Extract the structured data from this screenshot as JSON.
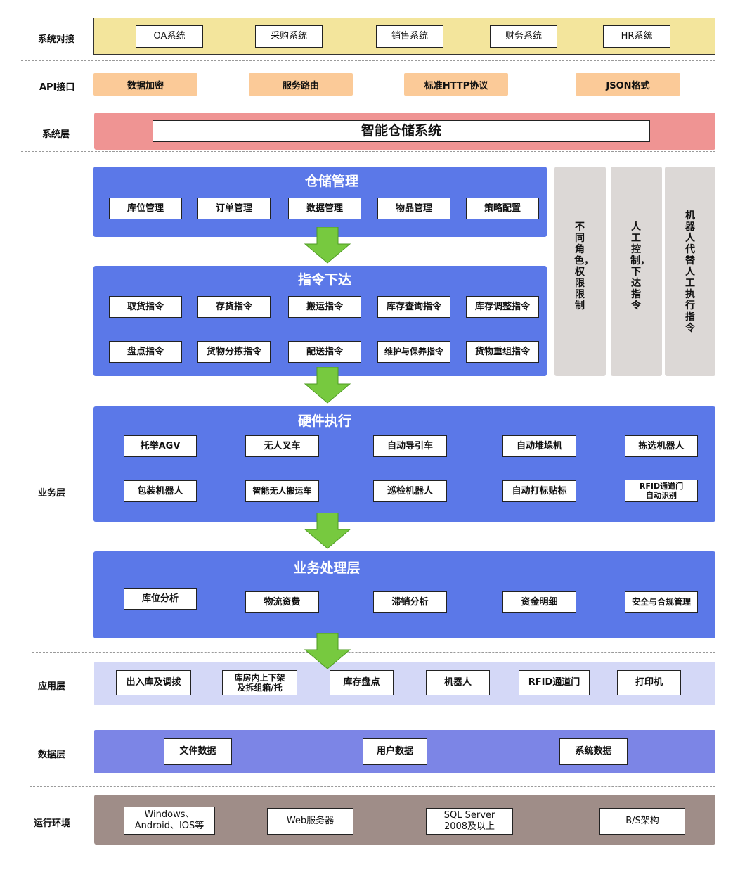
{
  "layers": {
    "integration": {
      "label": "系统对接",
      "items": [
        "OA系统",
        "采购系统",
        "销售系统",
        "财务系统",
        "HR系统"
      ]
    },
    "api": {
      "label": "API接口",
      "items": [
        "数据加密",
        "服务路由",
        "标准HTTP协议",
        "JSON格式"
      ]
    },
    "system": {
      "label": "系统层",
      "title": "智能仓储系统"
    },
    "business": {
      "label": "业务层",
      "warehouse": {
        "title": "仓储管理",
        "items": [
          "库位管理",
          "订单管理",
          "数据管理",
          "物品管理",
          "策略配置"
        ]
      },
      "commands": {
        "title": "指令下达",
        "row1": [
          "取货指令",
          "存货指令",
          "搬运指令",
          "库存查询指令",
          "库存调整指令"
        ],
        "row2": [
          "盘点指令",
          "货物分拣指令",
          "配送指令",
          "维护与保养指令",
          "货物重组指令"
        ]
      },
      "hardware": {
        "title": "硬件执行",
        "row1": [
          "托举AGV",
          "无人叉车",
          "自动导引车",
          "自动堆垛机",
          "拣选机器人"
        ],
        "row2": [
          "包装机器人",
          "智能无人搬运车",
          "巡检机器人",
          "自动打标贴标",
          "RFID通道门\n自动识别"
        ]
      },
      "processing": {
        "title": "业务处理层",
        "items": [
          "库位分析",
          "物流资费",
          "滞销分析",
          "资金明细",
          "安全与合规管理"
        ]
      },
      "side": [
        "不同角色，权限限制",
        "人工控制，下达指令",
        "机器人代替人工执行指令"
      ]
    },
    "application": {
      "label": "应用层",
      "items": [
        "出入库及调拨",
        "库房内上下架\n及拆组箱/托",
        "库存盘点",
        "机器人",
        "RFID通道门",
        "打印机"
      ]
    },
    "data": {
      "label": "数据层",
      "items": [
        "文件数据",
        "用户数据",
        "系统数据"
      ]
    },
    "runtime": {
      "label": "运行环境",
      "items": [
        "Windows、\nAndroid、IOS等",
        "Web服务器",
        "SQL Server\n2008及以上",
        "B/S架构"
      ]
    }
  },
  "colors": {
    "integration_bg": "#f3e59c",
    "api_item": "#fbca98",
    "system_bg": "#ef9493",
    "business_blue": "#5b78e8",
    "side_gray": "#dcd8d6",
    "application_bg": "#d4d8f7",
    "data_bg": "#7c85e6",
    "runtime_bg": "#9f8d88",
    "arrow_green": "#77c93f"
  },
  "icons": [
    "down-arrow-icon"
  ]
}
